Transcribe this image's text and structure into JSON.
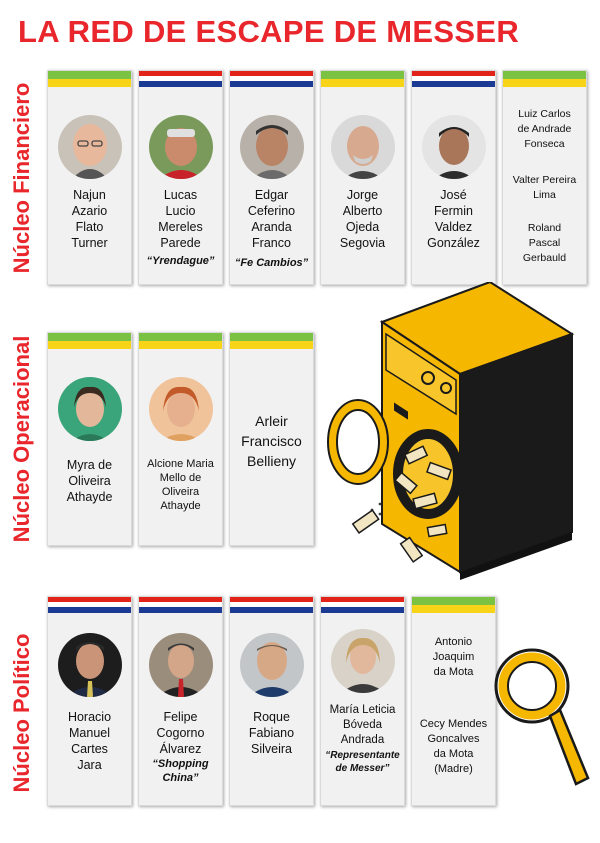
{
  "title": "LA RED DE ESCAPE DE MESSER",
  "sections": {
    "financiero": "Núcleo Financiero",
    "operacional": "Núcleo Operacional",
    "politico": "Núcleo Político"
  },
  "flags": {
    "py": [
      "#e2231a",
      "#ffffff",
      "#1b3a93"
    ],
    "br": [
      "#7bc142",
      "#f7d417"
    ]
  },
  "accent_color": "#e8262b",
  "financiero": [
    {
      "name": "Najun\nAzario\nFlato\nTurner",
      "nick": ""
    },
    {
      "name": "Lucas\nLucio\nMereles\nParede",
      "nick": "“Yrendague”"
    },
    {
      "name": "Edgar\nCeferino\nAranda\nFranco",
      "nick": "“Fe Cambios”"
    },
    {
      "name": "Jorge\nAlberto\nOjeda\nSegovia",
      "nick": ""
    },
    {
      "name": "José\nFermin\nValdez\nGonzález",
      "nick": ""
    },
    {
      "lines": [
        "Luiz Carlos\nde Andrade\nFonseca",
        "Valter Pereira\nLima",
        "Roland\nPascal\nGerbauld"
      ]
    }
  ],
  "operacional": [
    {
      "name": "Myra de\nOliveira\nAthayde"
    },
    {
      "name": "Alcione Maria\nMello de\nOliveira\nAthayde"
    },
    {
      "name": "Arleir\nFrancisco\nBellieny"
    }
  ],
  "politico": [
    {
      "name": "Horacio\nManuel Cartes\nJara",
      "nick": ""
    },
    {
      "name": "Felipe\nCogorno\nÁlvarez",
      "nick": "“Shopping\nChina”"
    },
    {
      "name": "Roque\nFabiano\nSilveira",
      "nick": ""
    },
    {
      "name": "María Leticia\nBóveda\nAndrada",
      "nick": "“Representante\nde Messer”"
    },
    {
      "lines": [
        "Antonio\nJoaquim\nda Mota",
        "Cecy Mendes\nGoncalves\nda Mota\n(Madre)"
      ]
    }
  ]
}
